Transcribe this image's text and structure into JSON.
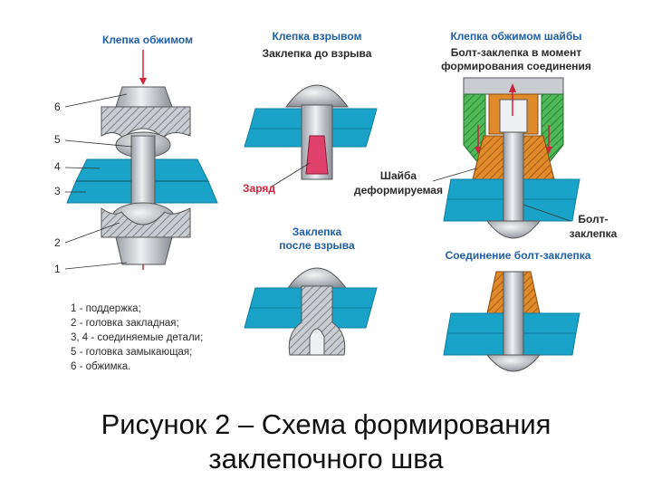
{
  "colors": {
    "plate": "#1aa3c9",
    "plate_dark": "#0d7d9e",
    "metal": "#c9cdd2",
    "metal_dark": "#8a8f95",
    "label_blue": "#1f5fa8",
    "charge": "#e0416a",
    "washer": "#e08a2a",
    "sleeve": "#3fae4a",
    "hatch": "#6b6f74"
  },
  "panel1": {
    "title": "Клепка обжимом",
    "numbers": [
      "6",
      "5",
      "4",
      "3",
      "2",
      "1"
    ],
    "legend": [
      "1 - поддержка;",
      "2 - головка закладная;",
      "3, 4 - соединяемые детали;",
      "5 - головка замыкающая;",
      "6 - обжимка."
    ]
  },
  "panel2": {
    "title": "Клепка взрывом",
    "subtitle_before": "Заклепка до взрыва",
    "charge_label": "Заряд",
    "after_title_1": "Заклепка",
    "after_title_2": "после взрыва"
  },
  "panel3": {
    "title": "Клепка обжимом шайбы",
    "subtitle_1": "Болт-заклепка в момент",
    "subtitle_2": "формирования соединения",
    "washer_label_1": "Шайба",
    "washer_label_2": "деформируемая",
    "bolt_label_1": "Болт-",
    "bolt_label_2": "заклепка",
    "joint_title": "Соединение болт-заклепка"
  },
  "caption": {
    "line1": "Рисунок 2 – Схема формирования",
    "line2": "заклепочного шва"
  }
}
